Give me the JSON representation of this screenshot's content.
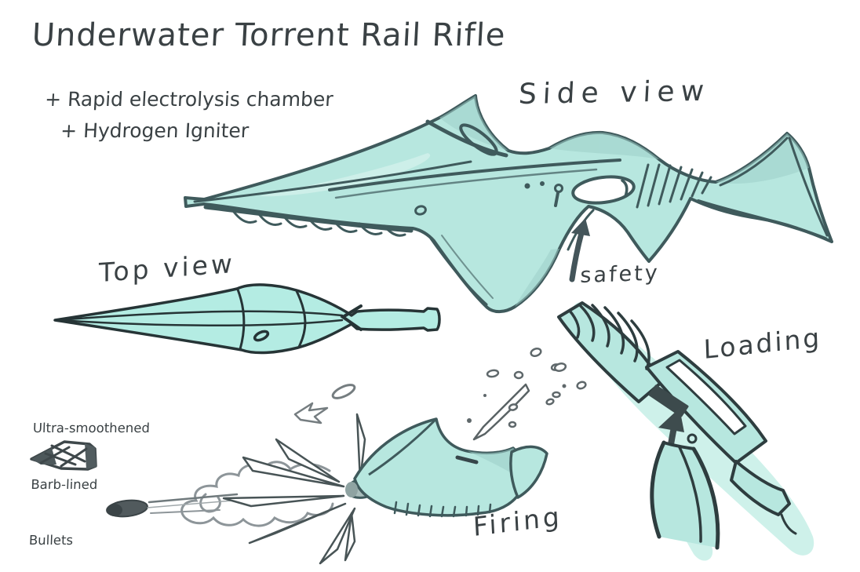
{
  "title": "Underwater Torrent Rail Rifle",
  "features": {
    "line1": "+ Rapid electrolysis chamber",
    "line2": "+ Hydrogen Igniter"
  },
  "labels": {
    "side_view": "Side view",
    "top_view": "Top view",
    "safety": "safety",
    "loading": "Loading",
    "firing": "Firing"
  },
  "bullet_note": {
    "line1": "Ultra-smoothened",
    "line2": "Barb-lined",
    "line3": "Bullets"
  },
  "icons": {
    "safety_pointer": "up-arrow-icon",
    "loading_pointer": "up-arrow-icon"
  },
  "colors": {
    "body_mint": "#b7e7df",
    "mint_bright": "#b4ece3",
    "mint_wash": "#c9efe8",
    "shade_teal": "#9fd0c9",
    "highlight": "#d6f2ec",
    "outline_slate": "#3f5a5c",
    "outline_dark": "#2e3d3f",
    "ink": "#3a4144",
    "sketch_gray": "#8d9599",
    "metal_gray": "#515a5d"
  }
}
